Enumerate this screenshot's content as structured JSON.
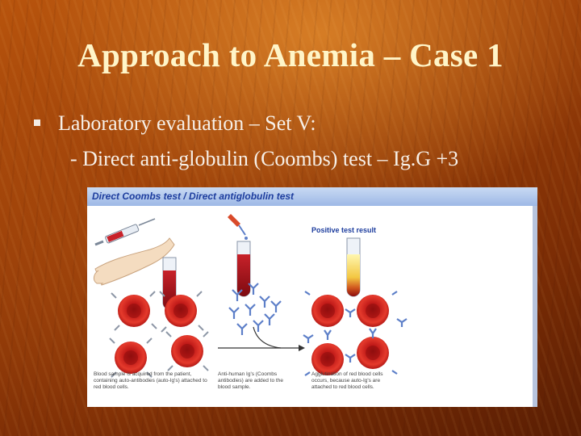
{
  "slide": {
    "title": "Approach to Anemia – Case 1",
    "bullet": "Laboratory evaluation – Set V:",
    "subitem": "- Direct anti-globulin (Coombs) test – Ig.G +3"
  },
  "figure": {
    "header": "Direct Coombs test / Direct antiglobulin test",
    "result_label": "Positive test result",
    "captions": [
      "Blood sample is acquired from the patient, containing auto-antibodies (auto-Ig's) attached to red blood cells.",
      "Anti-human Ig's (Coombs antibodies) are added to the blood sample.",
      "Agglutination of red blood cells occurs, because auto-Ig's are attached to red blood cells."
    ],
    "colors": {
      "header": "#9db8e6",
      "header_text": "#1d3d9e",
      "red_cell": "#d42a22",
      "antibody": "#5d7fc8",
      "tube_blood": "#a8121a"
    },
    "icons": [
      "arm-icon",
      "syringe-icon",
      "test-tube-icon",
      "dropper-icon",
      "arrow-icon",
      "red-blood-cell-icon",
      "antibody-icon"
    ]
  }
}
